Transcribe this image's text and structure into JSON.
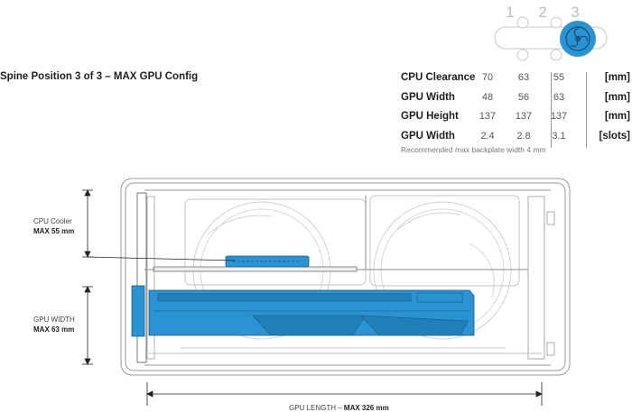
{
  "title": "Spine Position 3 of 3 – MAX GPU Config",
  "position_indicator": {
    "labels": [
      "1",
      "2",
      "3"
    ],
    "active": 3,
    "accent": "#2b93d1"
  },
  "specs": [
    {
      "label": "CPU Clearance",
      "v1": "70",
      "v2": "63",
      "v3": "55",
      "unit": "[mm]"
    },
    {
      "label": "GPU Width",
      "v1": "48",
      "v2": "56",
      "v3": "63",
      "unit": "[mm]"
    },
    {
      "label": "GPU Height",
      "v1": "137",
      "v2": "137",
      "v3": "137",
      "unit": "[mm]"
    },
    {
      "label": "GPU Width",
      "v1": "2.4",
      "v2": "2.8",
      "v3": "3.1",
      "unit": "[slots]"
    }
  ],
  "note": "Recommended max backplate width 4 mm",
  "annotations": {
    "cpu_cooler": {
      "label": "CPU Cooler",
      "value": "MAX 55 mm"
    },
    "gpu_width": {
      "label": "GPU WIDTH",
      "value": "MAX 63 mm"
    },
    "gpu_length": {
      "label": "GPU LENGTH – ",
      "value": "MAX 326 mm"
    }
  },
  "colors": {
    "gpu": "#2b93d1",
    "line": "#9a9a9a",
    "dark": "#222222"
  }
}
